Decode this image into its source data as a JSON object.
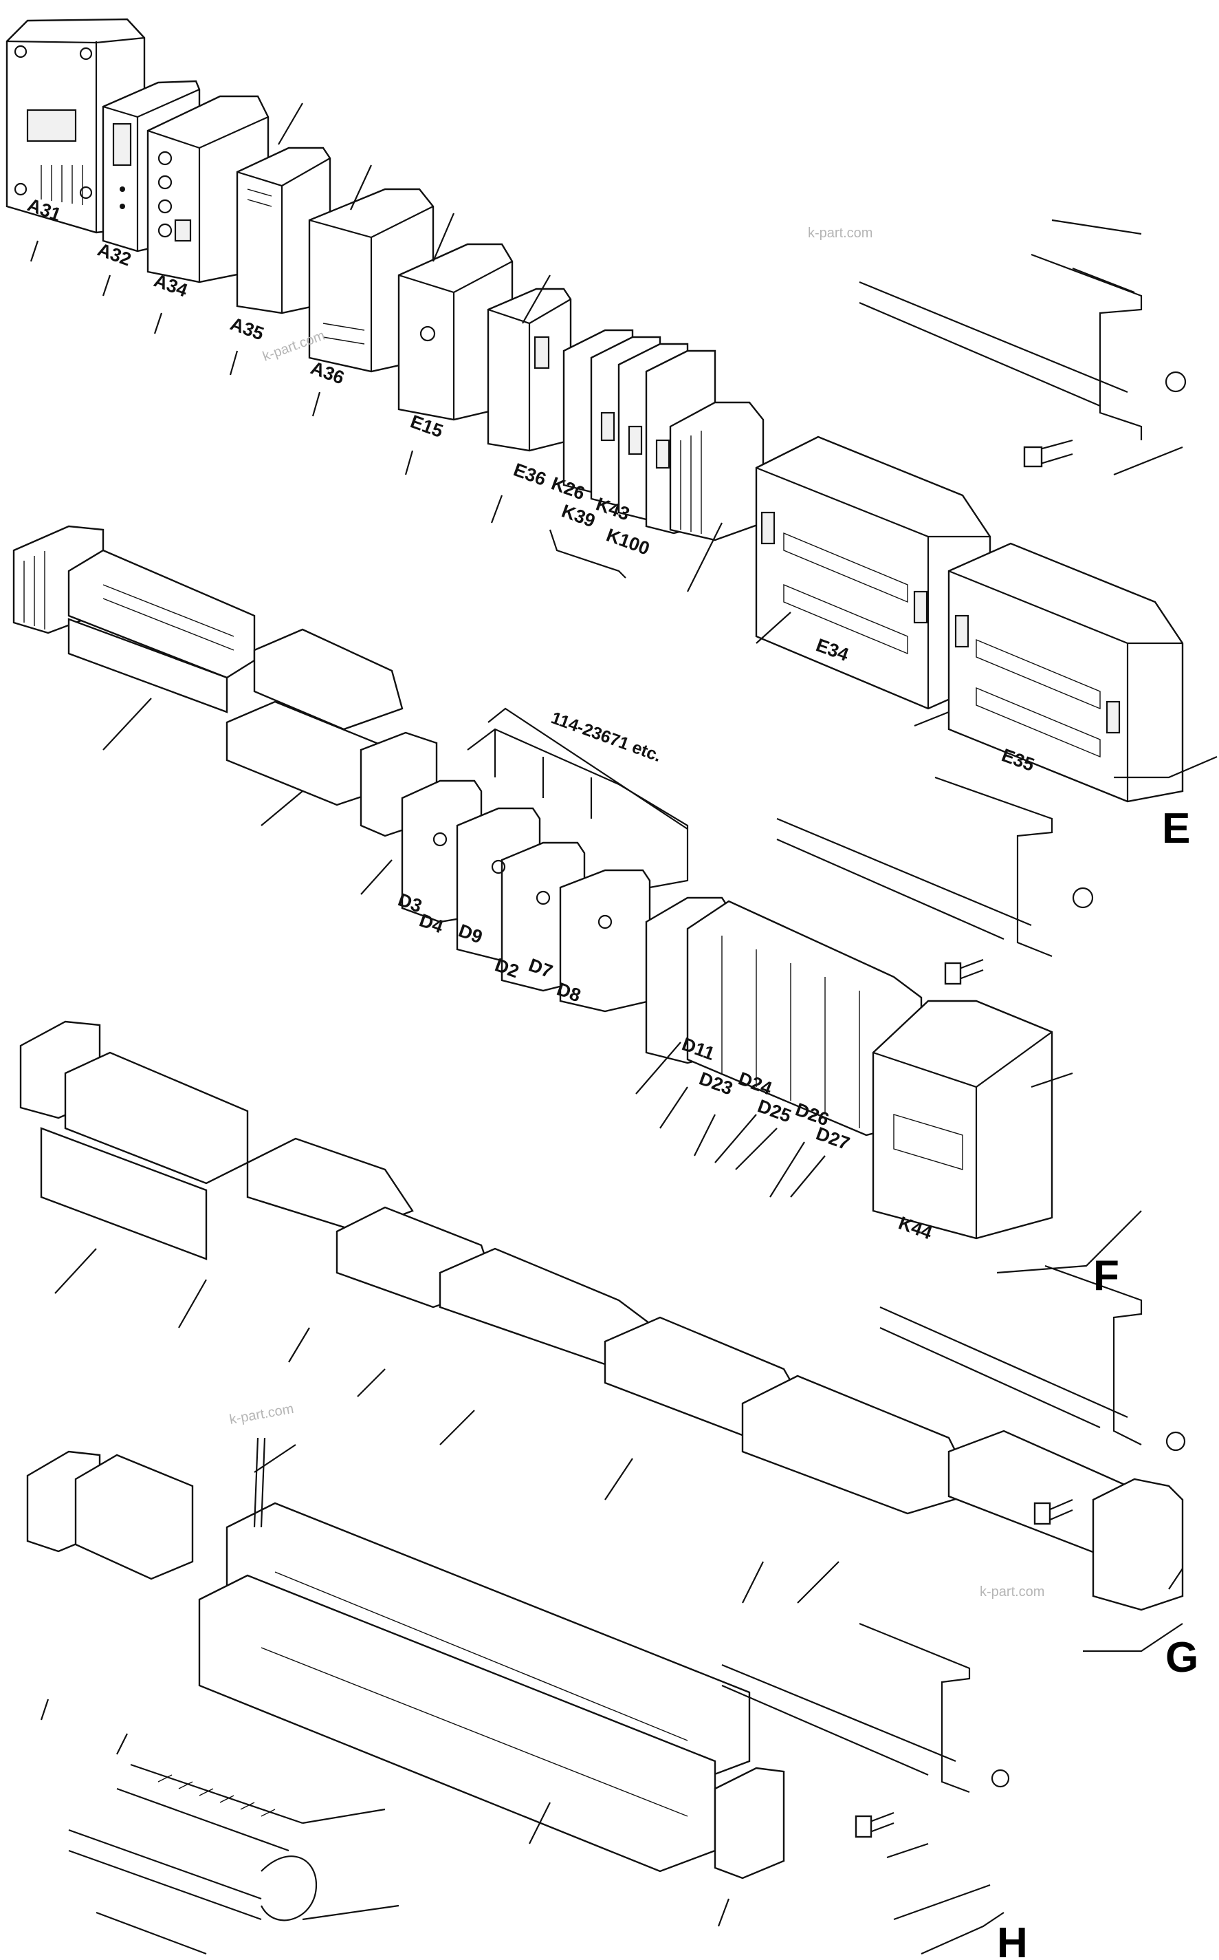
{
  "labels": {
    "a31": "A31",
    "a32": "A32",
    "a34": "A34",
    "a35": "A35",
    "a36": "A36",
    "e15": "E15",
    "e36": "E36",
    "k26": "K26",
    "k39": "K39",
    "k43": "K43",
    "k100": "K100",
    "e34": "E34",
    "e35": "E35",
    "d3": "D3",
    "d4": "D4",
    "d9": "D9",
    "d2": "D2",
    "d7": "D7",
    "d8": "D8",
    "d11": "D11",
    "d23": "D23",
    "d24": "D24",
    "d25": "D25",
    "d26": "D26",
    "d27": "D27",
    "k44": "K44"
  },
  "note": "114-23671 etc.",
  "groups": {
    "e": "E",
    "f": "F",
    "g": "G",
    "h": "H"
  },
  "watermark": "k-part.com"
}
